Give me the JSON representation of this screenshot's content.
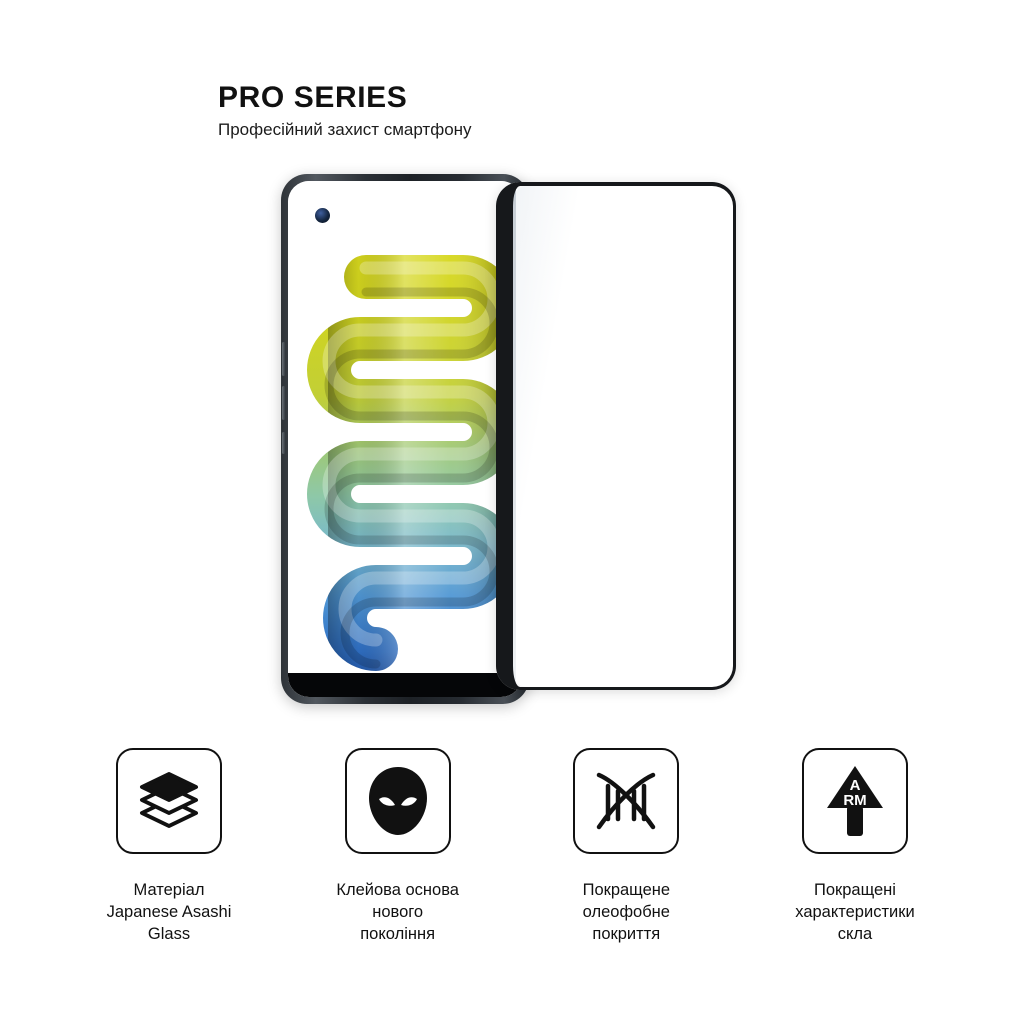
{
  "header": {
    "title": "PRO SERIES",
    "subtitle": "Професійний захист смартфону"
  },
  "product": {
    "phone": {
      "name": "smartphone-mockup",
      "camera": "punch-hole-front-camera",
      "wallpaper": {
        "name": "ribbon-wallpaper",
        "gradient_stops": [
          "#d8d81c",
          "#cfd422",
          "#a8c96a",
          "#8fc9a4",
          "#79b9c9",
          "#4f96d4",
          "#2f6fc4",
          "#1a4a9c"
        ]
      }
    },
    "glass": {
      "name": "tempered-glass-protector",
      "frame_color": "#16181b"
    }
  },
  "features": [
    {
      "icon": "layers-stack-icon",
      "label": "Матеріал\nJapanese Asashi\nGlass"
    },
    {
      "icon": "spider-mask-icon",
      "label": "Клейова основа\nнового\nпокоління"
    },
    {
      "icon": "dna-helix-icon",
      "label": "Покращене\nолеофобне\nпокриття"
    },
    {
      "icon": "arm-arrow-up-icon",
      "label": "Покращені\nхарактеристики\nскла"
    }
  ],
  "colors": {
    "background": "#ffffff",
    "text": "#111111",
    "icon_stroke": "#111111"
  }
}
